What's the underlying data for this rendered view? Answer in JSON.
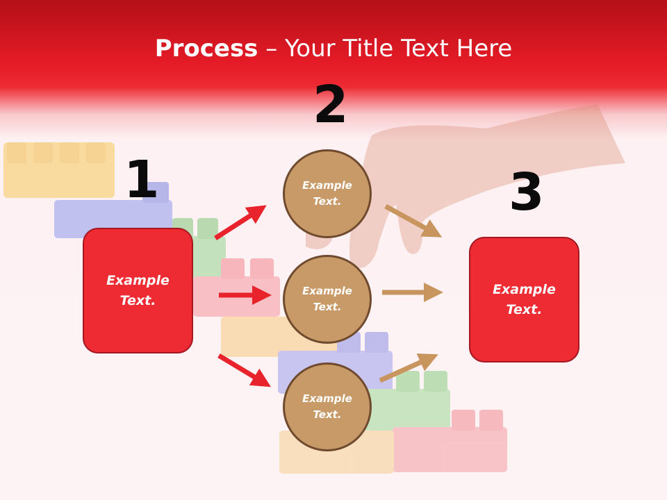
{
  "slide": {
    "title_bold": "Process",
    "title_rest": " – Your Title Text Here",
    "steps": [
      "1",
      "2",
      "3"
    ],
    "left_box": {
      "line1": "Example",
      "line2": "Text."
    },
    "right_box": {
      "line1": "Example",
      "line2": "Text."
    },
    "circles": [
      {
        "line1": "Example",
        "line2": "Text."
      },
      {
        "line1": "Example",
        "line2": "Text."
      },
      {
        "line1": "Example",
        "line2": "Text."
      }
    ]
  },
  "colors": {
    "header_red": "#e41b26",
    "box_red": "#ee2a33",
    "circle_tan": "#c89a67",
    "arrow_red": "#e8232c",
    "arrow_tan": "#c8955e"
  },
  "icons": [
    "lego-blocks-image",
    "hand-image",
    "arrow-right-icon"
  ]
}
